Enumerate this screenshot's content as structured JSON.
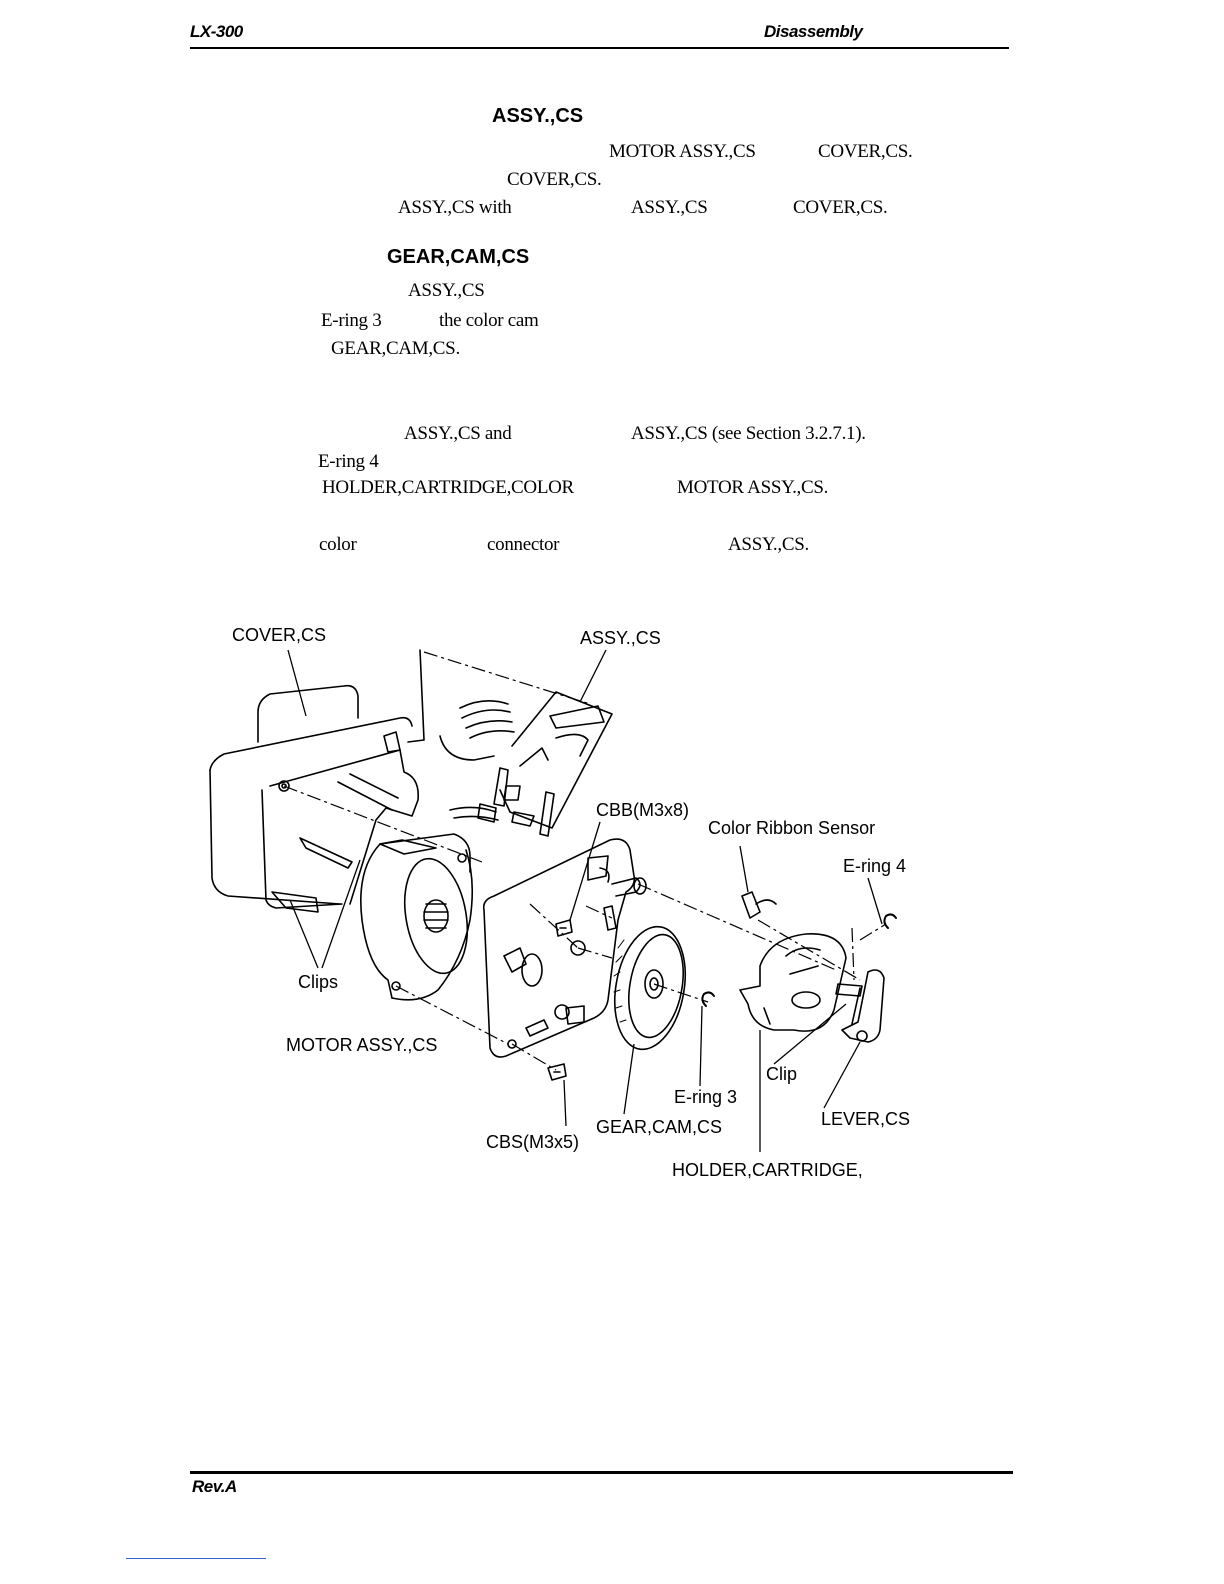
{
  "header": {
    "left": "LX-300",
    "right": "Disassembly"
  },
  "footer": {
    "rev": "Rev.A"
  },
  "section1": {
    "heading": "ASSY.,CS",
    "lines": [
      [
        "MOTOR ASSY.,CS",
        "COVER,CS."
      ],
      [
        "COVER,CS."
      ],
      [
        "ASSY.,CS with",
        "ASSY.,CS",
        "COVER,CS."
      ]
    ]
  },
  "section2": {
    "heading": "GEAR,CAM,CS",
    "lines": [
      [
        "ASSY.,CS"
      ],
      [
        "E-ring 3",
        "the color cam"
      ],
      [
        "GEAR,CAM,CS."
      ]
    ]
  },
  "section3": {
    "lines": [
      [
        "ASSY.,CS and",
        "ASSY.,CS (see Section 3.2.7.1)."
      ],
      [
        "E-ring 4"
      ],
      [
        "HOLDER,CARTRIDGE,COLOR",
        "MOTOR ASSY.,CS."
      ],
      [
        "color",
        "connector",
        "ASSY.,CS."
      ]
    ]
  },
  "figure": {
    "labels": {
      "cover": "COVER,CS",
      "assy": "ASSY.,CS",
      "cbb": "CBB(M3x8)",
      "sensor": "Color Ribbon Sensor",
      "ering4": "E-ring 4",
      "clips": "Clips",
      "motor": "MOTOR ASSY.,CS",
      "clip": "Clip",
      "ering3": "E-ring 3",
      "gear": "GEAR,CAM,CS",
      "lever": "LEVER,CS",
      "cbs": "CBS(M3x5)",
      "holder": "HOLDER,CARTRIDGE,"
    }
  }
}
